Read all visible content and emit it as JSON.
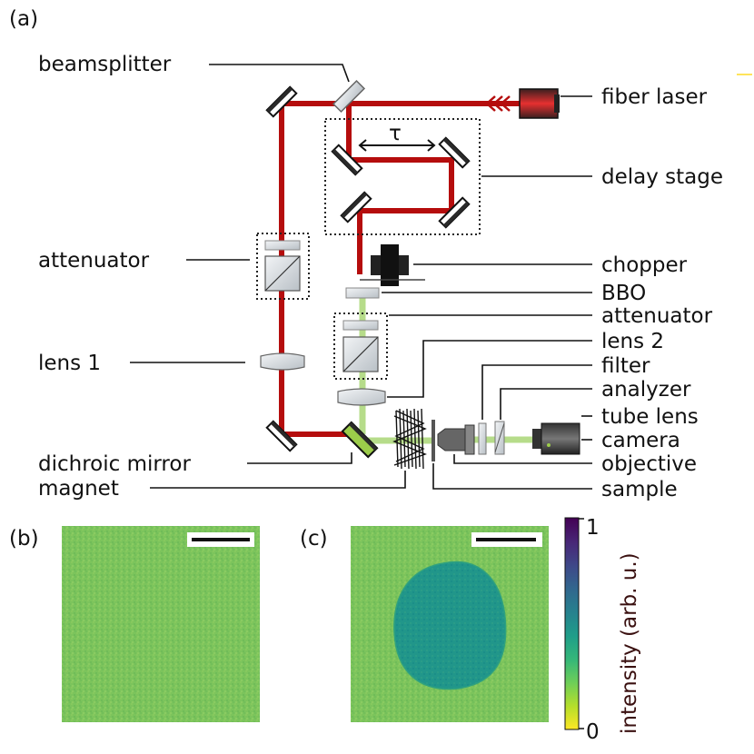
{
  "panel_labels": {
    "a": "(a)",
    "b": "(b)",
    "c": "(c)"
  },
  "labels": {
    "beamsplitter": "beamsplitter",
    "fiber_laser": "fiber laser",
    "delay_stage": "delay stage",
    "tau": "τ",
    "attenuator_left": "attenuator",
    "chopper": "chopper",
    "bbo": "BBO",
    "attenuator_right": "attenuator",
    "lens_1": "lens 1",
    "lens_2": "lens 2",
    "filter": "filter",
    "analyzer": "analyzer",
    "tube_lens": "tube lens",
    "camera": "camera",
    "objective": "objective",
    "dichroic_mirror": "dichroic mirror",
    "magnet": "magnet",
    "sample": "sample"
  },
  "colorbar": {
    "title": "intensity (arb. u.)",
    "max_label": "1",
    "min_label": "0",
    "colormap": [
      "#fde725",
      "#b5de2b",
      "#6ece58",
      "#35b779",
      "#1f9e89",
      "#26828e",
      "#31688e",
      "#3e4989",
      "#482878",
      "#440154"
    ]
  },
  "colors": {
    "fundamental_beam": "#b50d0d",
    "second_harmonic_beam": "#b6dc8a",
    "image_background": "#79c25a",
    "domain": "#1f958a"
  }
}
